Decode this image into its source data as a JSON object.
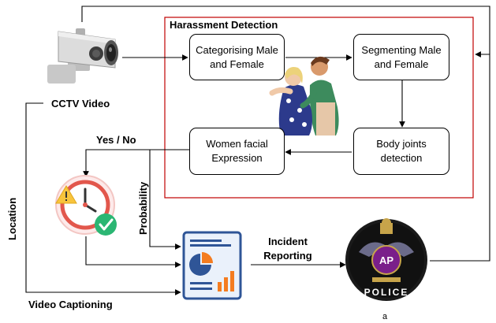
{
  "group_title": "Harassment Detection",
  "nodes": {
    "categorise": "Categorising Male and Female",
    "segment": "Segmenting Male and Female",
    "facial": "Women facial Expression",
    "joints": "Body joints detection"
  },
  "labels": {
    "cctv": "CCTV Video",
    "yes_no": "Yes / No",
    "probability": "Probability",
    "location": "Location",
    "incident": "Incident Reporting",
    "captioning": "Video Captioning",
    "footnote": "a"
  },
  "police_emblem": {
    "badge_text": "AP",
    "word": "POLICE"
  },
  "colors": {
    "group_border": "#c00000",
    "report_blue": "#2f5597",
    "report_orange": "#f47c20",
    "clock_red": "#e2574c",
    "check_green": "#2bb673",
    "warning_yellow": "#f8c43c"
  }
}
